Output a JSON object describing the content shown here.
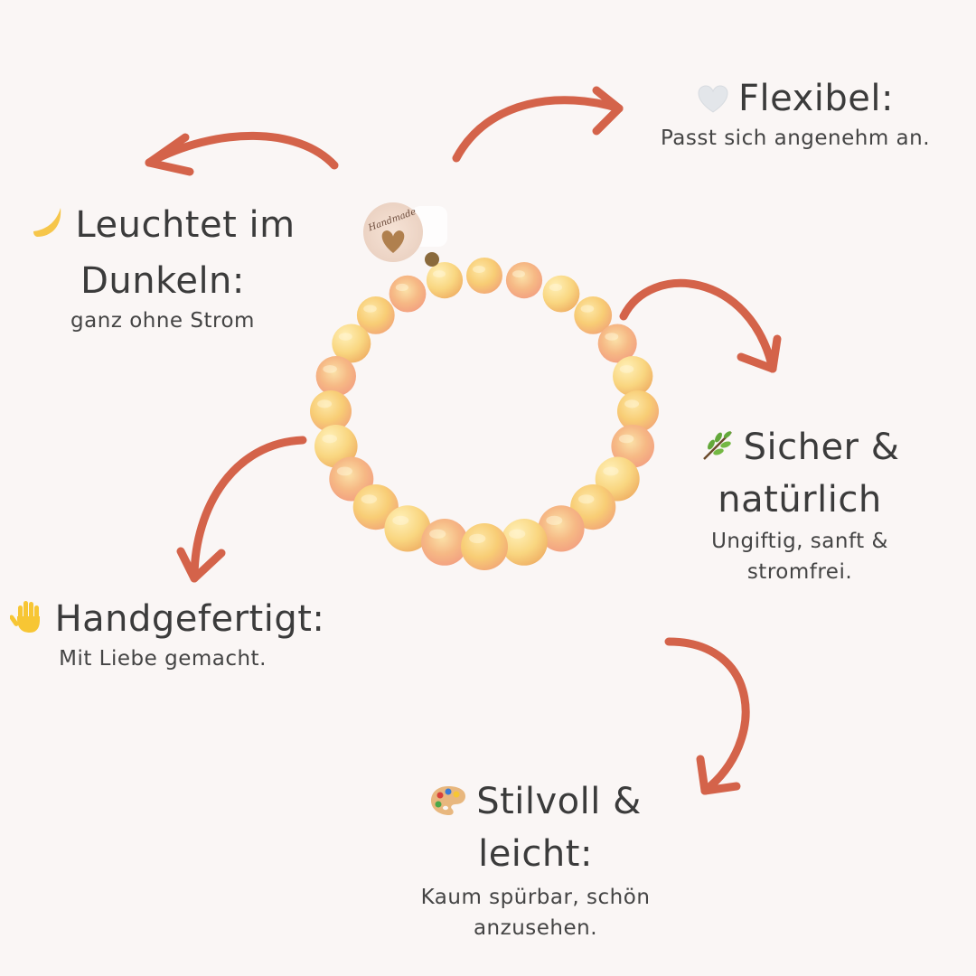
{
  "features": {
    "flexibel": {
      "icon": "white-heart-icon",
      "title": "Flexibel:",
      "sub": "Passt sich angenehm an."
    },
    "leuchtet": {
      "icon": "crescent-moon-icon",
      "title_line1": "Leuchtet im",
      "title_line2": "Dunkeln:",
      "sub": "ganz ohne Strom"
    },
    "sicher": {
      "icon": "herb-icon",
      "title_line1": "Sicher &",
      "title_line2": "natürlich",
      "sub_line1": "Ungiftig, sanft &",
      "sub_line2": "stromfrei."
    },
    "handgefertigt": {
      "icon": "raised-hand-icon",
      "title": "Handgefertigt:",
      "sub": "Mit Liebe gemacht."
    },
    "stilvoll": {
      "icon": "artist-palette-icon",
      "title_line1": "Stilvoll &",
      "title_line2": "leicht:",
      "sub_line1": "Kaum spürbar, schön",
      "sub_line2": "anzusehen."
    }
  },
  "tag": {
    "text": "Handmade"
  },
  "colors": {
    "background": "#faf6f5",
    "arrow": "#d4634a",
    "text": "#3b3b3b",
    "bead_yellow": "#f9d27a",
    "bead_pink": "#f4a27a"
  }
}
